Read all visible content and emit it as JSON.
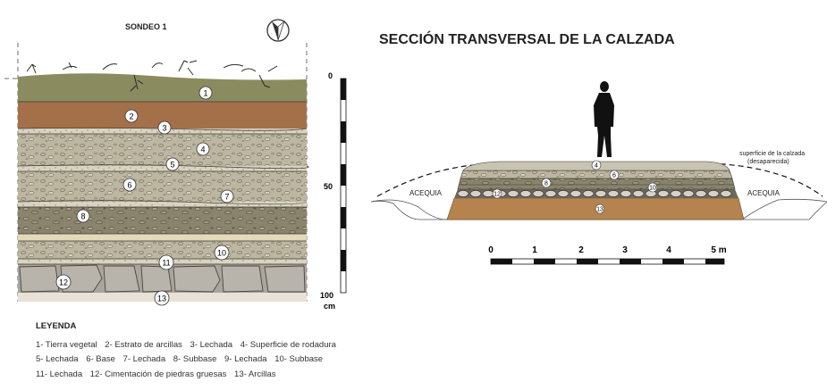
{
  "sondeo_title": "SONDEO 1",
  "section_title": "SECCIÓN TRANSVERSAL DE LA CALZADA",
  "depth_scale": {
    "top": "0",
    "mid": "50",
    "bottom": "100",
    "unit": "cm"
  },
  "layer_numbers": [
    "1",
    "2",
    "3",
    "4",
    "5",
    "6",
    "7",
    "8",
    "10",
    "11",
    "12",
    "13"
  ],
  "legend": {
    "title": "LEYENDA",
    "rows": [
      [
        "1- Tierra vegetal",
        "2- Estrato de arcillas",
        "3- Lechada",
        "4- Superficie de rodadura"
      ],
      [
        "5- Lechada",
        "6- Base",
        "7- Lechada",
        "8- Subbase",
        "9- Lechada",
        "10- Subbase"
      ],
      [
        "11- Lechada",
        "12- Cimentación de piedras gruesas",
        "13- Arcillas"
      ]
    ]
  },
  "section": {
    "left_ditch": "ACEQUIA",
    "right_ditch": "ACEQUIA",
    "surface_note_1": "superficie de la calzada",
    "surface_note_2": "(desaparecida)",
    "layer_numbers": [
      "4",
      "6",
      "8",
      "10",
      "12",
      "13"
    ]
  },
  "meter_scale": {
    "labels": [
      "0",
      "1",
      "2",
      "3",
      "4",
      "5 m"
    ]
  },
  "colors": {
    "topsoil": "#8b8b60",
    "clay": "#a4704a",
    "lechada": "#d9d3c2",
    "gravel": "#bdb6a1",
    "subbase_dark": "#858068",
    "stone": "#aaa59d",
    "base_clay": "#b5834e"
  }
}
